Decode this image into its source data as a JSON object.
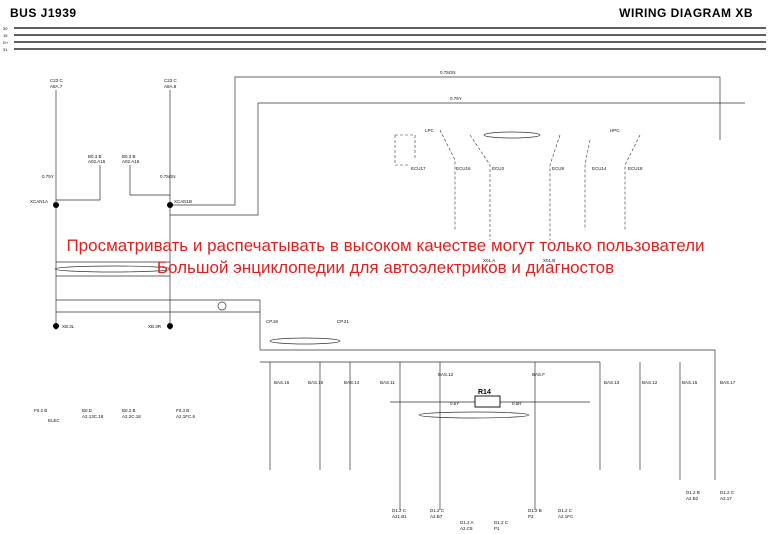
{
  "header": {
    "left_title": "BUS J1939",
    "right_title": "WIRING DIAGRAM XB",
    "rail_labels": [
      "30",
      "15",
      "D+",
      "31"
    ]
  },
  "watermark": {
    "line1": "Просматривать и распечатывать в высоком качестве могут только пользователи",
    "line2": "Большой энциклопедии для автоэлектриков и диагностов"
  },
  "colors": {
    "ink": "#000000",
    "wire": "#555555",
    "watermark": "#e02020"
  },
  "labels": {
    "top_conn_left": "C23 C",
    "top_conn_left_sub": "A8A.7",
    "top_conn_right": "C23 C",
    "top_conn_right_sub": "A8A.8",
    "wire_top1": "0.75GN",
    "wire_top2": "0.75Y",
    "left_node": "XCAN1A",
    "right_node": "XCAN1B",
    "b105": "B0.3 B",
    "b105_sub": "A02.A15",
    "b106": "B0.3 B",
    "b106_sub": "A02.A16",
    "wire_a": "0.75Y",
    "wire_b": "0.75GN",
    "ecu_left": [
      "ECU17",
      "ECU16",
      "ECU3"
    ],
    "ecu_right": [
      "ECU9",
      "ECU14",
      "ECU18"
    ],
    "lpc": "LPC",
    "hpc": "HPC",
    "x0": "X01.A",
    "x1": "X01.B",
    "bus_left": "XB.3L",
    "bus_right": "XB.3R",
    "left_bottom": [
      "F0.2 B",
      "ELEC",
      "B0.D",
      "A2.13C.18"
    ],
    "right_bottom": [
      "B0.2 B",
      "A2.2C.18",
      "F0.3 B",
      "A2.1FC.6"
    ],
    "mid_nodes": [
      "CP.18",
      "CP.21"
    ],
    "bs_nodes": [
      "BAS.16",
      "BAS.15",
      "BAS.14",
      "BAS.11",
      "BAS.12",
      "BAS.F",
      "BAS.13",
      "BAS.12",
      "BAS.15",
      "BAS.17"
    ],
    "resistor": "R14",
    "r_left": "0.5Y",
    "r_right": "0.5R",
    "bottom_conn": [
      "D1.2 C",
      "D1.2 C",
      "D1.2 A",
      "D1.2 C",
      "D1.2 B",
      "D1.2 C",
      "D1.2 B",
      "D1.2 C"
    ],
    "bottom_conn_sub": [
      "A21.B1",
      "A2.B7",
      "A2.C8",
      "P1",
      "P2",
      "A2.1FC",
      "A2.B2",
      "A2.17"
    ]
  }
}
